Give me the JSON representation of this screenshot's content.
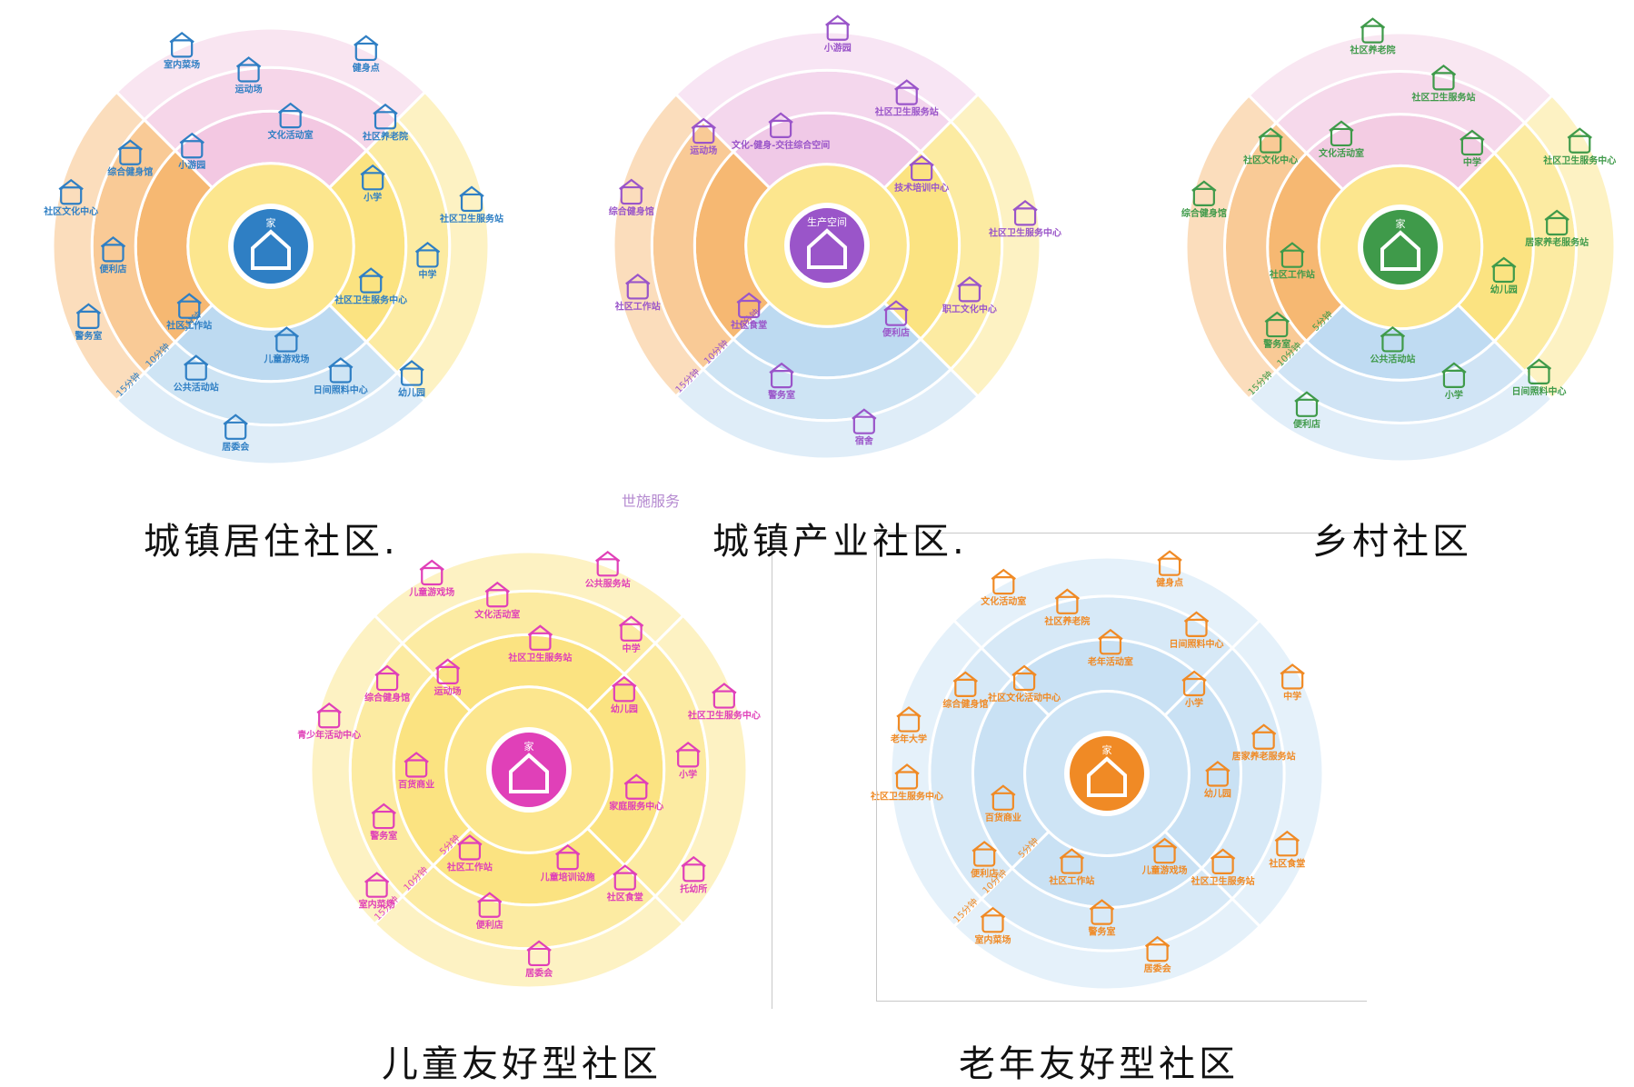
{
  "captions": {
    "urban_residential": "城镇居住社区.",
    "urban_industrial": "城镇产业社区.",
    "rural": "乡村社区",
    "child_friendly": "儿童友好型社区",
    "elderly_friendly": "老年友好型社区"
  },
  "watermark": "世施服务",
  "colors": {
    "blue": "#2f7fc4",
    "purple": "#9a55c9",
    "green": "#3f9a4a",
    "magenta": "#e040b8",
    "orange": "#f08a25",
    "pink_sector": "#f2c7e1",
    "yellow_sector": "#fbe27a",
    "orange_sector": "#f6b46a",
    "lightblue_sector": "#b9d8f0"
  },
  "diagrams": [
    {
      "id": "urban_residential",
      "center_label": "家",
      "ring_labels": [
        "5分钟",
        "10分钟",
        "15分钟"
      ],
      "facilities": [
        "社区文化中心",
        "综合健身馆",
        "小游园",
        "室内菜场",
        "运动场",
        "文化活动室",
        "健身点",
        "社区养老院",
        "小学",
        "社区卫生服务站",
        "中学",
        "社区卫生服务中心",
        "幼儿园",
        "日间照料中心",
        "儿童游戏场",
        "居委会",
        "公共活动站",
        "社区工作站",
        "警务室",
        "便利店"
      ]
    },
    {
      "id": "urban_industrial",
      "center_label": "生产空间",
      "ring_labels": [
        "5分钟",
        "10分钟",
        "15分钟"
      ],
      "facilities": [
        "综合健身馆",
        "运动场",
        "文化-健身-交往综合空间",
        "小游园",
        "社区卫生服务站",
        "技术培训中心",
        "社区卫生服务中心",
        "职工文化中心",
        "便利店",
        "宿舍",
        "警务室",
        "社区食堂",
        "社区工作站"
      ]
    },
    {
      "id": "rural",
      "center_label": "家",
      "ring_labels": [
        "5分钟",
        "10分钟",
        "15分钟"
      ],
      "facilities": [
        "综合健身馆",
        "社区文化中心",
        "文化活动室",
        "社区养老院",
        "社区卫生服务站",
        "中学",
        "社区卫生服务中心",
        "居家养老服务站",
        "幼儿园",
        "日间照料中心",
        "小学",
        "公共活动站",
        "便利店",
        "警务室",
        "社区工作站"
      ]
    },
    {
      "id": "child_friendly",
      "center_label": "家",
      "ring_labels": [
        "5分钟",
        "10分钟",
        "15分钟"
      ],
      "facilities": [
        "青少年活动中心",
        "综合健身馆",
        "运动场",
        "儿童游戏场",
        "文化活动室",
        "社区卫生服务站",
        "公共服务站",
        "中学",
        "幼儿园",
        "社区卫生服务中心",
        "小学",
        "家庭服务中心",
        "托幼所",
        "社区食堂",
        "儿童培训设施",
        "居委会",
        "便利店",
        "社区工作站",
        "室内菜场",
        "警务室",
        "百货商业"
      ]
    },
    {
      "id": "elderly_friendly",
      "center_label": "家",
      "ring_labels": [
        "5分钟",
        "10分钟",
        "15分钟"
      ],
      "facilities": [
        "老年大学",
        "综合健身馆",
        "社区文化活动中心",
        "文化活动室",
        "社区养老院",
        "老年活动室",
        "健身点",
        "日间照料中心",
        "小学",
        "中学",
        "居家养老服务站",
        "幼儿园",
        "社区食堂",
        "社区卫生服务站",
        "儿童游戏场",
        "居委会",
        "警务室",
        "社区工作站",
        "室内菜场",
        "便利店",
        "百货商业",
        "社区卫生服务中心"
      ]
    }
  ]
}
